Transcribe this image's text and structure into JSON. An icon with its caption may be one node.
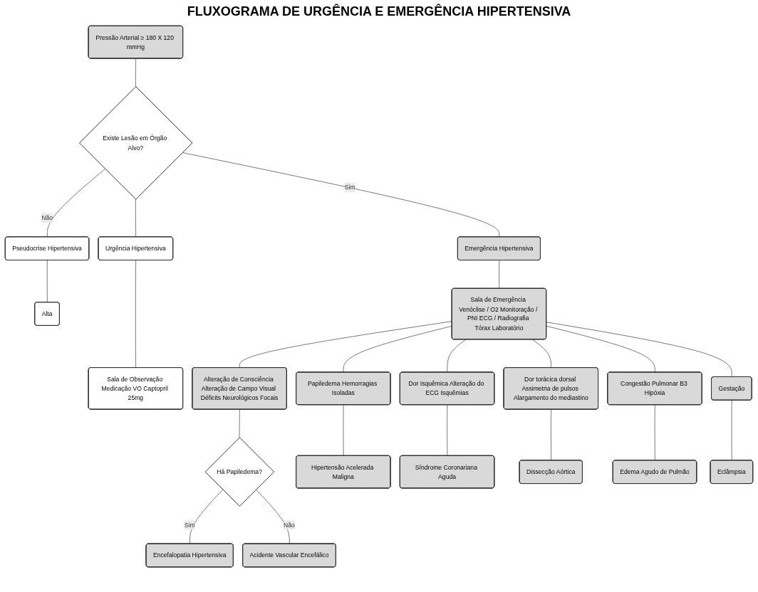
{
  "diagram": {
    "title": "FLUXOGRAMA DE URGÊNCIA E EMERGÊNCIA HIPERTENSIVA",
    "nodes": [
      {
        "text": [
          "Pressão Arterial ≥ 180 X 120 mmHg"
        ]
      },
      {
        "text": [
          "Existe Lesão em Órgão Alvo?"
        ]
      },
      {
        "text": [
          "Pseudocrise Hipertensiva"
        ]
      },
      {
        "text": [
          "Alta"
        ]
      },
      {
        "text": [
          "Emergência Hipertensiva"
        ]
      },
      {
        "text": [
          "Urgência Hipertensiva"
        ]
      },
      {
        "text": [
          "Sala de Emergência Venóclise / O2 Monitoração / PNI ECG / Radiografia Tórax Laboratório"
        ]
      },
      {
        "text": [
          "Sala de Observação Medicação VO Captopril 25mg"
        ]
      },
      {
        "text": [
          "Alteração de Consciência Alteração de Campo Visual Déficits Neurológicos Focais"
        ]
      },
      {
        "text": [
          "Papiledema Hemorragias Isoladas"
        ]
      },
      {
        "text": [
          "Dor Isquêmica Alteração do ECG Isquêmias"
        ]
      },
      {
        "text": [
          "Dor torácica dorsal Assimetria de pulsos Alargamento do mediastino"
        ]
      },
      {
        "text": [
          "Congestão Pulmonar B3 Hipóxia"
        ]
      },
      {
        "text": [
          "Gestação"
        ]
      },
      {
        "text": [
          "Há Papiledema?"
        ]
      },
      {
        "text": [
          "Encefalopatia Hipertensiva"
        ]
      },
      {
        "text": [
          "Acidente Vascular Encefálico"
        ]
      },
      {
        "text": [
          "Hipertensão Acelerada Maligna"
        ]
      },
      {
        "text": [
          "Síndrome Coronariana Aguda"
        ]
      },
      {
        "text": [
          "Dissecção Aórtica"
        ]
      },
      {
        "text": [
          "Edema Agudo de Pulmão"
        ]
      },
      {
        "text": [
          "Eclâmpsia"
        ]
      }
    ],
    "edges": [
      {
        "from": 0,
        "to": 1,
        "arrow": "none"
      },
      {
        "from": 1,
        "to": 2,
        "arrow": "none",
        "label": "Não"
      },
      {
        "from": 2,
        "to": 3,
        "arrow": "none"
      },
      {
        "from": 1,
        "to": 4,
        "arrow": "none",
        "label": "Sim"
      },
      {
        "from": 1,
        "to": 5,
        "arrow": "none"
      },
      {
        "from": 4,
        "to": 6,
        "arrow": "none"
      },
      {
        "from": 5,
        "to": 7,
        "arrow": "none"
      },
      {
        "from": 6,
        "to": 8,
        "arrow": "none"
      },
      {
        "from": 6,
        "to": 9,
        "arrow": "none"
      },
      {
        "from": 6,
        "to": 10,
        "arrow": "none"
      },
      {
        "from": 6,
        "to": 11,
        "arrow": "none"
      },
      {
        "from": 6,
        "to": 12,
        "arrow": "none"
      },
      {
        "from": 6,
        "to": 13,
        "arrow": "none"
      },
      {
        "from": 8,
        "to": 14,
        "arrow": "none"
      },
      {
        "from": 14,
        "to": 15,
        "arrow": "none",
        "label": "Sim"
      },
      {
        "from": 14,
        "to": 16,
        "arrow": "none",
        "label": "Não"
      },
      {
        "from": 9,
        "to": 17,
        "arrow": "none"
      },
      {
        "from": 10,
        "to": 18,
        "arrow": "none"
      },
      {
        "from": 11,
        "to": 19,
        "arrow": "none"
      },
      {
        "from": 12,
        "to": 20,
        "arrow": "none"
      },
      {
        "from": 13,
        "to": 21,
        "arrow": "none"
      }
    ]
  }
}
